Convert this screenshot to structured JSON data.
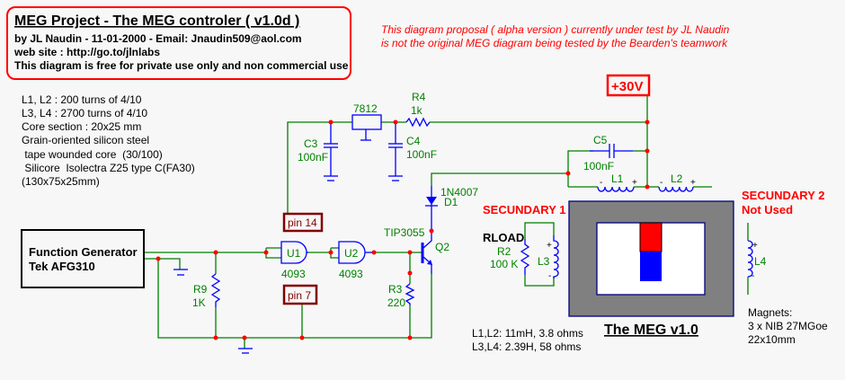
{
  "header": {
    "title": "MEG Project - The MEG controler ( v1.0d )",
    "author_line": "by JL Naudin - 11-01-2000 - Email: Jnaudin509@aol.com",
    "website_line": "web site :   http://go.to/jlnlabs",
    "license_line": "This diagram is free for private use only and non commercial use"
  },
  "disclaimer": [
    "This diagram proposal ( alpha version ) currently under test by JL Naudin",
    "is not the original MEG diagram being tested by the Bearden's teamwork"
  ],
  "specs": [
    "L1, L2 : 200 turns of 4/10",
    "L3, L4 : 2700 turns of 4/10",
    "Core section : 20x25 mm",
    "Grain-oriented silicon steel",
    " tape wounded core  (30/100)",
    " Silicore  Isolectra Z25 type C(FA30)",
    "(130x75x25mm)"
  ],
  "components": {
    "regulator": "7812",
    "r4": {
      "name": "R4",
      "value": "1k"
    },
    "c3": {
      "name": "C3",
      "value": "100nF"
    },
    "c4": {
      "name": "C4",
      "value": "100nF"
    },
    "c5": {
      "name": "C5",
      "value": "100nF"
    },
    "supply": "+30V",
    "l1": "L1",
    "l2": "L2",
    "d1": {
      "part": "1N4007",
      "name": "D1"
    },
    "q2": {
      "part": "TIP3055",
      "name": "Q2"
    },
    "u1": {
      "name": "U1",
      "part": "4093"
    },
    "u2": {
      "name": "U2",
      "part": "4093"
    },
    "pin14": "pin 14",
    "pin7": "pin 7",
    "r9": {
      "name": "R9",
      "value": "1K"
    },
    "r3": {
      "name": "R3",
      "value": "220"
    },
    "function_generator": [
      "Function Generator",
      "Tek AFG310"
    ],
    "secondary1": "SECUNDARY 1",
    "rload": "RLOAD",
    "r2": {
      "name": "R2",
      "value": "100 K"
    },
    "l3": "L3",
    "secondary2": [
      "SECUNDARY 2",
      "Not Used"
    ],
    "l4": "L4",
    "meg_label": "The MEG v1.0",
    "plus": "+",
    "minus": "-"
  },
  "inductance_notes": [
    "L1,L2: 11mH, 3.8 ohms",
    "L3,L4: 2.39H, 58 ohms"
  ],
  "magnets_notes": [
    "Magnets:",
    "3 x NIB 27MGoe",
    "22x10mm"
  ],
  "colors": {
    "wire": "#008000",
    "component": "#0000ff",
    "node": "#ff0000",
    "pin_box": "#800000",
    "core": "#808080",
    "magnet_north": "#ff0000",
    "magnet_south": "#0000ff"
  }
}
